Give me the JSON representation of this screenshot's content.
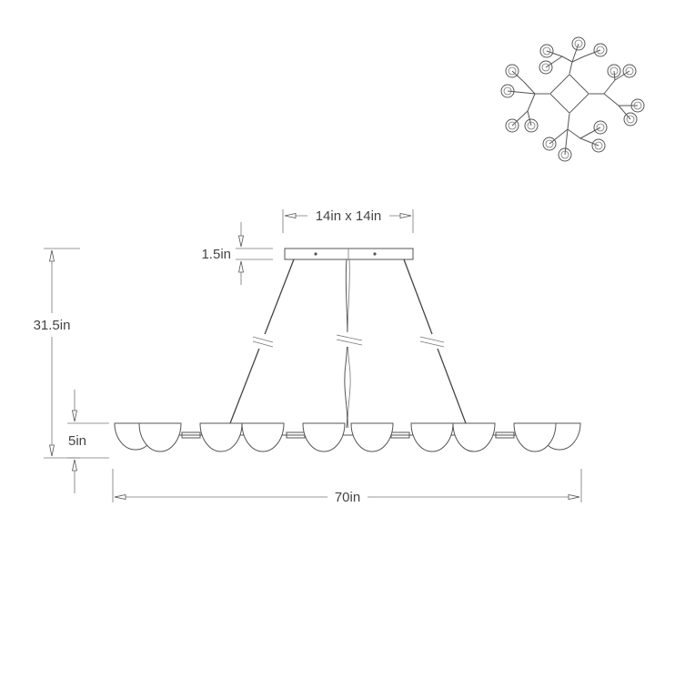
{
  "dimensions": {
    "canopy": "14in x 14in",
    "canopy_height": "1.5in",
    "overall_drop": "31.5in",
    "globe_height": "5in",
    "overall_length": "70in"
  },
  "colors": {
    "line": "#555555",
    "text": "#444444",
    "background": "#ffffff"
  }
}
